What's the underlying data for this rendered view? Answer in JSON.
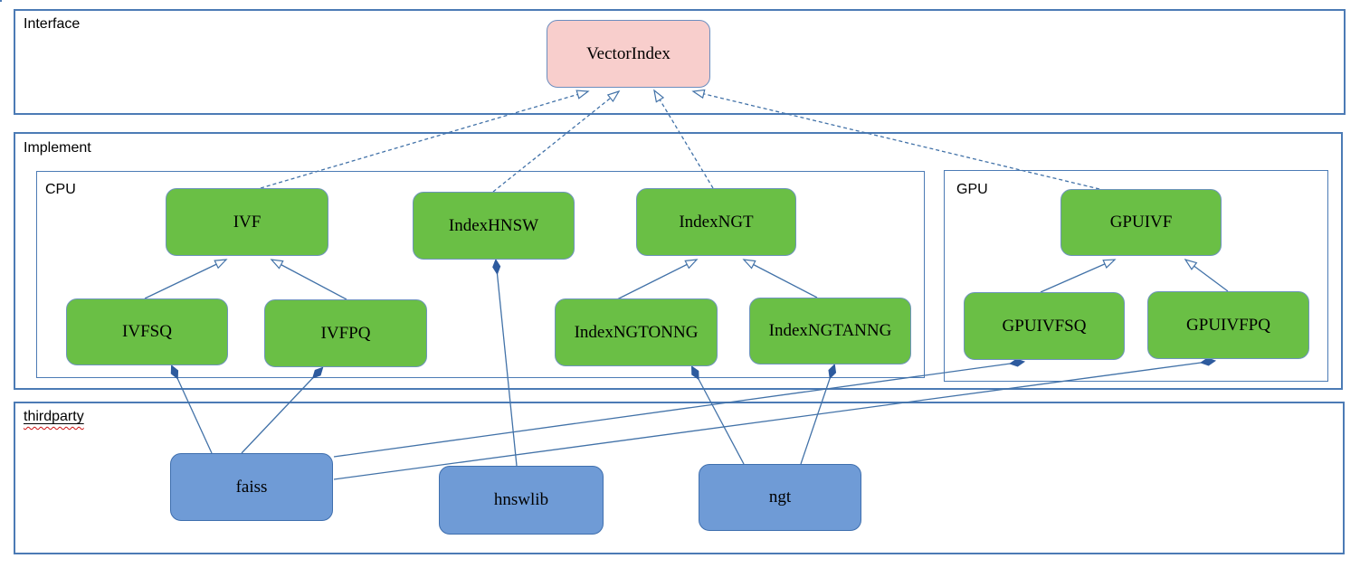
{
  "diagram": {
    "groups": {
      "interface": {
        "label": "Interface"
      },
      "implement": {
        "label": "Implement"
      },
      "cpu": {
        "label": "CPU"
      },
      "gpu": {
        "label": "GPU"
      },
      "thirdparty": {
        "label": "thirdparty"
      }
    },
    "nodes": {
      "vectorindex": {
        "label": "VectorIndex",
        "category": "interface"
      },
      "ivf": {
        "label": "IVF",
        "category": "cpu"
      },
      "indexhnsw": {
        "label": "IndexHNSW",
        "category": "cpu"
      },
      "indexngt": {
        "label": "IndexNGT",
        "category": "cpu"
      },
      "ivfsq": {
        "label": "IVFSQ",
        "category": "cpu"
      },
      "ivfpq": {
        "label": "IVFPQ",
        "category": "cpu"
      },
      "indexngtonng": {
        "label": "IndexNGTONNG",
        "category": "cpu"
      },
      "indexngtanng": {
        "label": "IndexNGTANNG",
        "category": "cpu"
      },
      "gpuivf": {
        "label": "GPUIVF",
        "category": "gpu"
      },
      "gpuivfsq": {
        "label": "GPUIVFSQ",
        "category": "gpu"
      },
      "gpuivfpq": {
        "label": "GPUIVFPQ",
        "category": "gpu"
      },
      "faiss": {
        "label": "faiss",
        "category": "thirdparty"
      },
      "hnswlib": {
        "label": "hnswlib",
        "category": "thirdparty"
      },
      "ngt": {
        "label": "ngt",
        "category": "thirdparty"
      }
    },
    "edges": [
      {
        "from": "IVF",
        "to": "VectorIndex",
        "type": "realization"
      },
      {
        "from": "IndexHNSW",
        "to": "VectorIndex",
        "type": "realization"
      },
      {
        "from": "IndexNGT",
        "to": "VectorIndex",
        "type": "realization"
      },
      {
        "from": "GPUIVF",
        "to": "VectorIndex",
        "type": "realization"
      },
      {
        "from": "IVFSQ",
        "to": "IVF",
        "type": "generalization"
      },
      {
        "from": "IVFPQ",
        "to": "IVF",
        "type": "generalization"
      },
      {
        "from": "IndexNGTONNG",
        "to": "IndexNGT",
        "type": "generalization"
      },
      {
        "from": "IndexNGTANNG",
        "to": "IndexNGT",
        "type": "generalization"
      },
      {
        "from": "GPUIVFSQ",
        "to": "GPUIVF",
        "type": "generalization"
      },
      {
        "from": "GPUIVFPQ",
        "to": "GPUIVF",
        "type": "generalization"
      },
      {
        "from": "IVFSQ",
        "to": "faiss",
        "type": "composition"
      },
      {
        "from": "IVFPQ",
        "to": "faiss",
        "type": "composition"
      },
      {
        "from": "IndexHNSW",
        "to": "hnswlib",
        "type": "composition"
      },
      {
        "from": "IndexNGTONNG",
        "to": "ngt",
        "type": "composition"
      },
      {
        "from": "IndexNGTANNG",
        "to": "ngt",
        "type": "composition"
      },
      {
        "from": "GPUIVFSQ",
        "to": "faiss",
        "type": "composition"
      },
      {
        "from": "GPUIVFPQ",
        "to": "faiss",
        "type": "composition"
      }
    ],
    "colors": {
      "interface_node_fill": "#f8cecc",
      "implement_node_fill": "#6abf45",
      "thirdparty_node_fill": "#6f9bd6",
      "edge_stroke": "#4272a8",
      "diamond_fill": "#2e5b9e",
      "group_border": "#4c7bb5",
      "spellcheck_squiggle": "#cc1111"
    }
  }
}
